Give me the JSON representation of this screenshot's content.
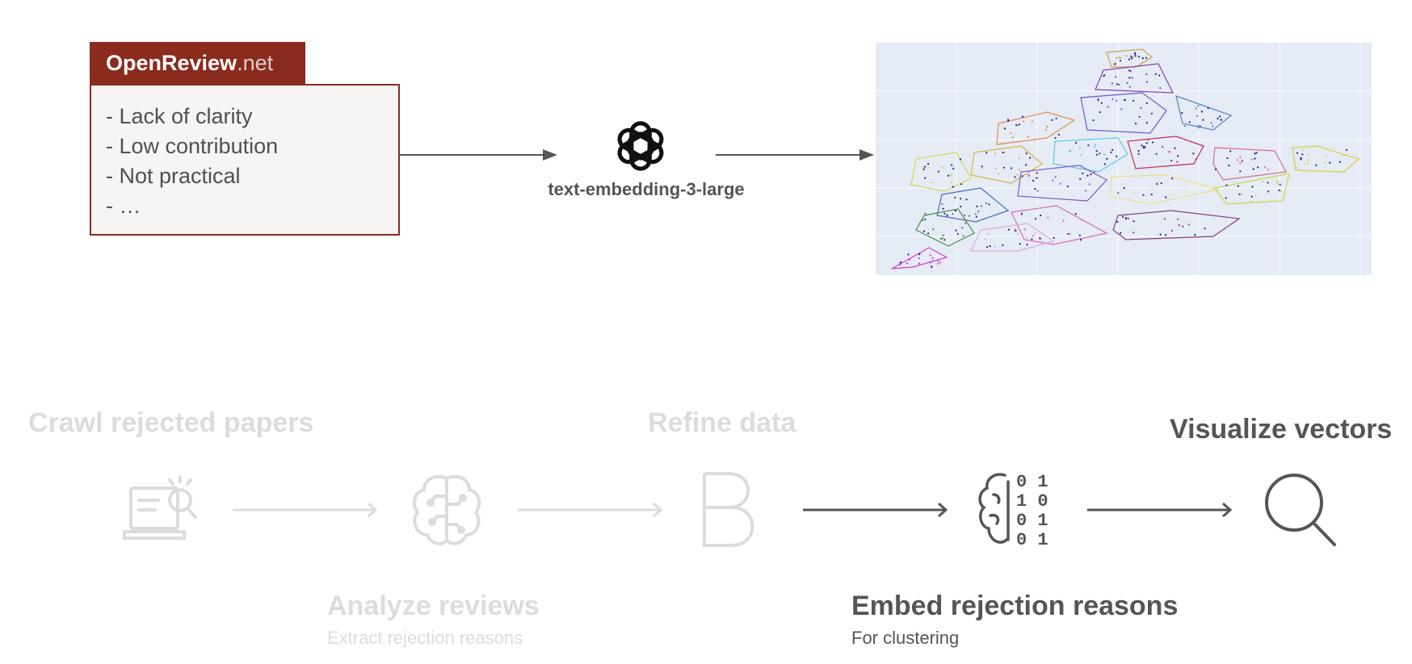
{
  "source": {
    "brand_main": "OpenReview",
    "brand_suffix": ".net",
    "reasons": [
      "- Lack of clarity",
      "- Low contribution",
      "- Not practical",
      "- …"
    ]
  },
  "model": {
    "label": "text-embedding-3-large",
    "icon": "openai-logo-icon"
  },
  "visualization": {
    "icon": "cluster-scatter-plot"
  },
  "pipeline": [
    {
      "title": "Crawl rejected papers",
      "subtitle": "",
      "icon": "laptop-search-icon",
      "state": "inactive"
    },
    {
      "title": "Analyze reviews",
      "subtitle": "Extract rejection reasons",
      "icon": "brain-circuit-icon",
      "state": "inactive"
    },
    {
      "title": "Refine data",
      "subtitle": "",
      "icon": "bold-b-icon",
      "state": "inactive"
    },
    {
      "title": "Embed rejection reasons",
      "subtitle": "For clustering",
      "icon": "brain-binary-icon",
      "state": "active"
    },
    {
      "title": "Visualize vectors",
      "subtitle": "",
      "icon": "magnifier-icon",
      "state": "active"
    }
  ],
  "colors": {
    "brand_red": "#8a2b1e",
    "active_gray": "#555555",
    "faded_gray": "#dcdcdc",
    "plot_bg": "#e5ecf6"
  }
}
